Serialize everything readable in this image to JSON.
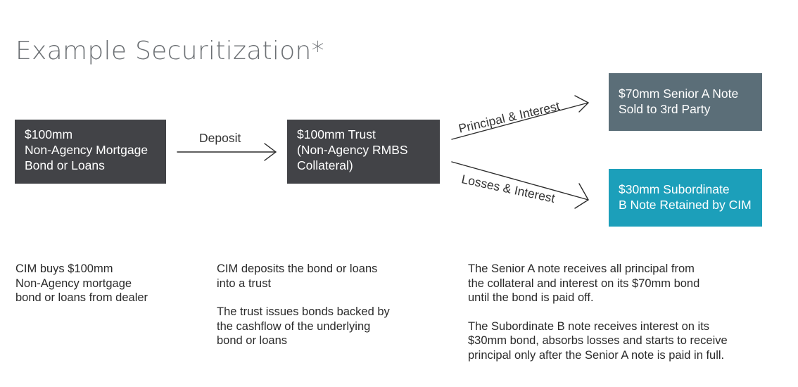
{
  "title": "Example Securitization*",
  "boxes": {
    "source": [
      "$100mm",
      "Non-Agency Mortgage",
      "Bond or Loans"
    ],
    "trust": [
      "$100mm Trust",
      "(Non-Agency RMBS",
      "Collateral)"
    ],
    "senior": [
      "$70mm Senior A Note",
      "Sold to 3rd Party"
    ],
    "subordinate": [
      "$30mm Subordinate",
      "B Note Retained by CIM"
    ]
  },
  "arrows": {
    "deposit": "Deposit",
    "principal_interest": "Principal & Interest",
    "losses_interest": "Losses & Interest"
  },
  "descriptions": {
    "source": [
      "CIM buys $100mm",
      "Non-Agency mortgage",
      "bond or loans from dealer"
    ],
    "trust_p1": [
      "CIM deposits the bond or loans",
      "into a trust"
    ],
    "trust_p2": [
      "The trust issues bonds backed by",
      "the cashflow of the underlying",
      "bond or loans"
    ],
    "notes_p1": [
      "The Senior A note receives all principal from",
      "the collateral and interest on its $70mm bond",
      "until the bond is paid off."
    ],
    "notes_p2": [
      "The Subordinate B note receives interest on its",
      "$30mm bond, absorbs losses and starts to receive",
      "principal only after the Senior A note is paid in full."
    ]
  },
  "colors": {
    "dark_box": "#424347",
    "senior_box": "#5b6e78",
    "subordinate_box": "#1c9fba"
  }
}
